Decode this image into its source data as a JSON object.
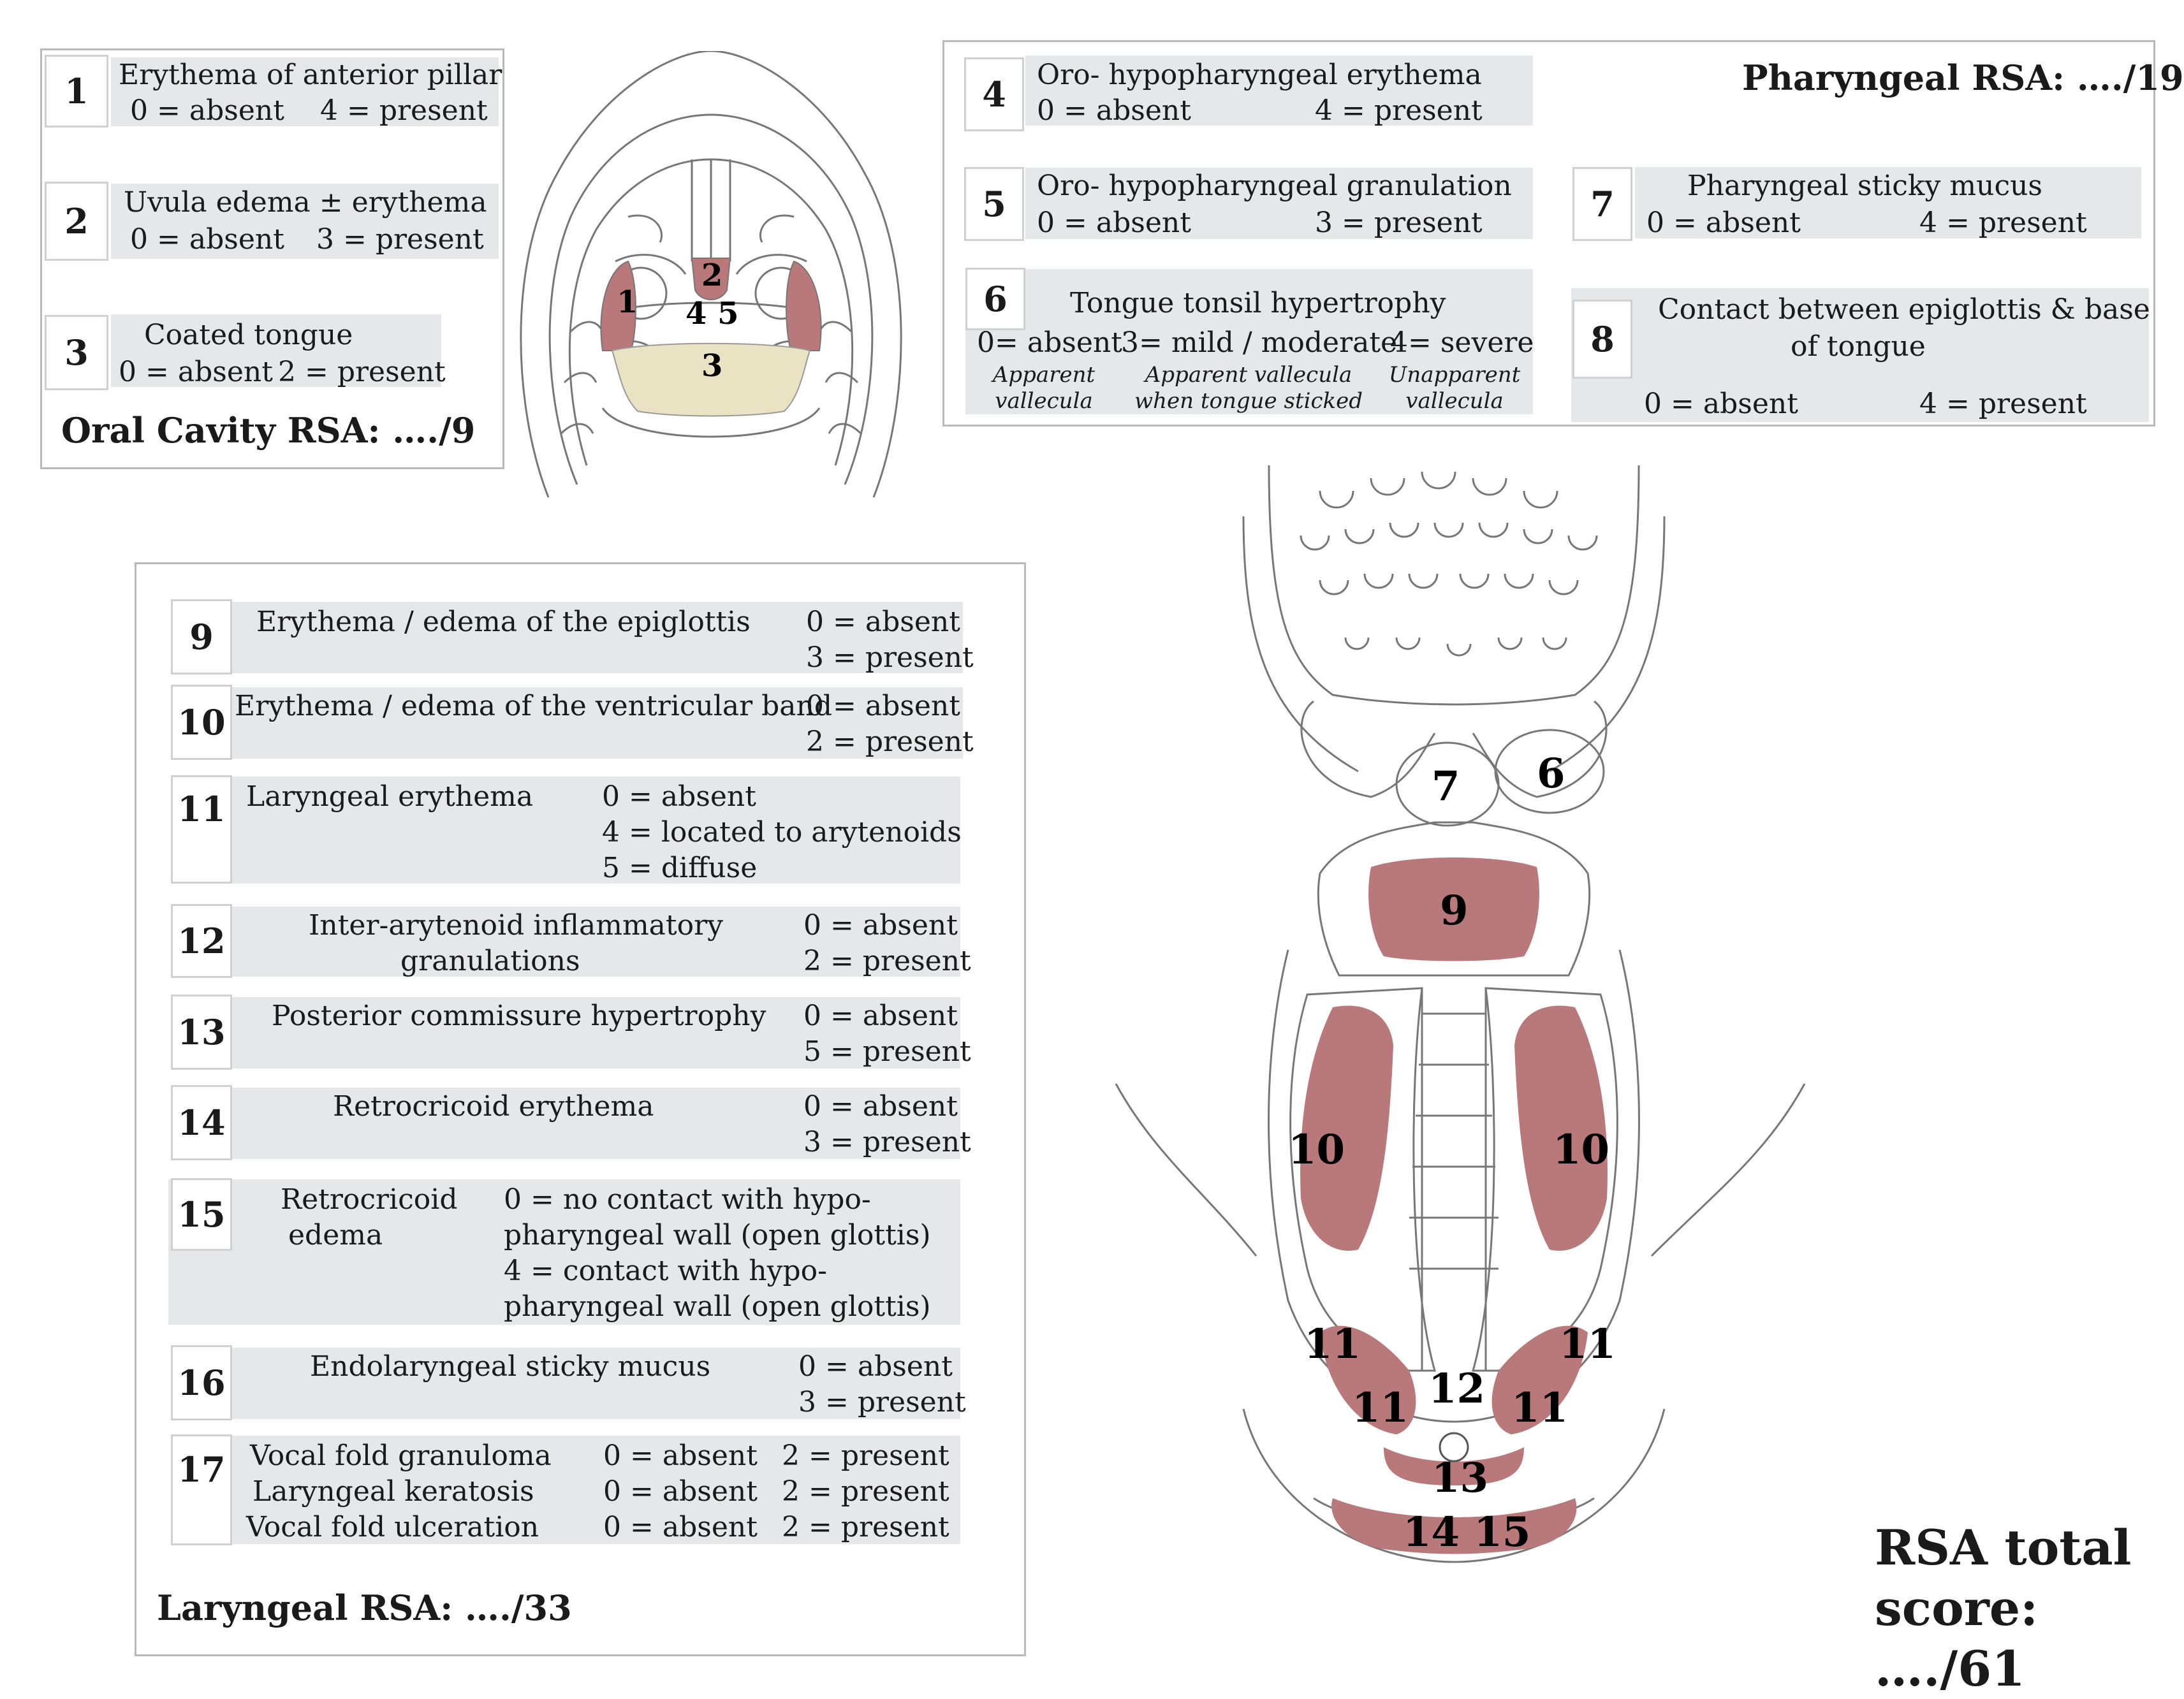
{
  "oral": {
    "items": [
      {
        "n": "1",
        "label": "Erythema of anterior pillar",
        "s0": "0 = absent",
        "s1": "4 = present"
      },
      {
        "n": "2",
        "label": "Uvula edema ± erythema",
        "s0": "0 = absent",
        "s1": "3 = present"
      },
      {
        "n": "3",
        "label": "Coated tongue",
        "s0": "0 = absent",
        "s1": "2 = present"
      }
    ],
    "total": "Oral Cavity RSA: …./9"
  },
  "pharyngeal": {
    "title": "Pharyngeal RSA: …./19",
    "i4": {
      "n": "4",
      "label": "Oro- hypopharyngeal erythema",
      "s0": "0 = absent",
      "s1": "4 = present"
    },
    "i5": {
      "n": "5",
      "label": "Oro- hypopharyngeal granulation",
      "s0": "0 = absent",
      "s1": "3 = present"
    },
    "i6": {
      "n": "6",
      "label": "Tongue tonsil hypertrophy",
      "s0": "0= absent",
      "s1": "3= mild / moderate",
      "s2": "4= severe",
      "n0": "Apparent vallecula",
      "n1": "Apparent vallecula when tongue sticked",
      "n2": "Unapparent vallecula"
    },
    "i7": {
      "n": "7",
      "label": "Pharyngeal sticky mucus",
      "s0": "0 = absent",
      "s1": "4 = present"
    },
    "i8": {
      "n": "8",
      "label1": "Contact between epiglottis & base",
      "label2": "of tongue",
      "s0": "0 = absent",
      "s1": "4 = present"
    }
  },
  "laryngeal": {
    "items": [
      {
        "n": "9",
        "label": "Erythema / edema of the epiglottis",
        "s0": "0 = absent",
        "s1": "3 = present"
      },
      {
        "n": "10",
        "label": "Erythema / edema of the ventricular band",
        "s0": "0 = absent",
        "s1": "2 = present"
      },
      {
        "n": "11",
        "label": "Laryngeal erythema",
        "s0": "0 = absent",
        "s1": "4 = located to arytenoids",
        "s2": "5 = diffuse"
      },
      {
        "n": "12",
        "label1": "Inter-arytenoid inflammatory",
        "label2": "granulations",
        "s0": "0 = absent",
        "s1": "2 = present"
      },
      {
        "n": "13",
        "label": "Posterior commissure hypertrophy",
        "s0": "0 = absent",
        "s1": "5 = present"
      },
      {
        "n": "14",
        "label": "Retrocricoid erythema",
        "s0": "0 = absent",
        "s1": "3 = present"
      },
      {
        "n": "15",
        "label1": "Retrocricoid",
        "label2": "edema",
        "s0a": "0 = no contact with hypo-",
        "s0b": "pharyngeal wall (open glottis)",
        "s1a": "4 = contact with hypo-",
        "s1b": "pharyngeal wall (open glottis)"
      },
      {
        "n": "16",
        "label": "Endolaryngeal sticky mucus",
        "s0": "0 = absent",
        "s1": "3 = present"
      },
      {
        "n": "17",
        "rows": [
          {
            "label": "Vocal fold granuloma",
            "s0": "0 = absent",
            "s1": "2 = present"
          },
          {
            "label": "Laryngeal keratosis",
            "s0": "0 = absent",
            "s1": "2 = present"
          },
          {
            "label": "Vocal fold ulceration",
            "s0": "0 = absent",
            "s1": "2 = present"
          }
        ]
      }
    ],
    "total": "Laryngeal RSA: …./33"
  },
  "total": {
    "line1": "RSA total",
    "line2": "score: …./61"
  },
  "diagram_labels": {
    "mouth": [
      "1",
      "2",
      "4 5",
      "3"
    ],
    "larynx": [
      "7",
      "6",
      "9",
      "10",
      "10",
      "11",
      "11",
      "11",
      "11",
      "12",
      "13",
      "14 15"
    ]
  },
  "colors": {
    "lesion": "#b9787a",
    "tongue": "#e9e3c4",
    "panel_gray": "#e6e7e9",
    "border": "#b9b9b9"
  }
}
